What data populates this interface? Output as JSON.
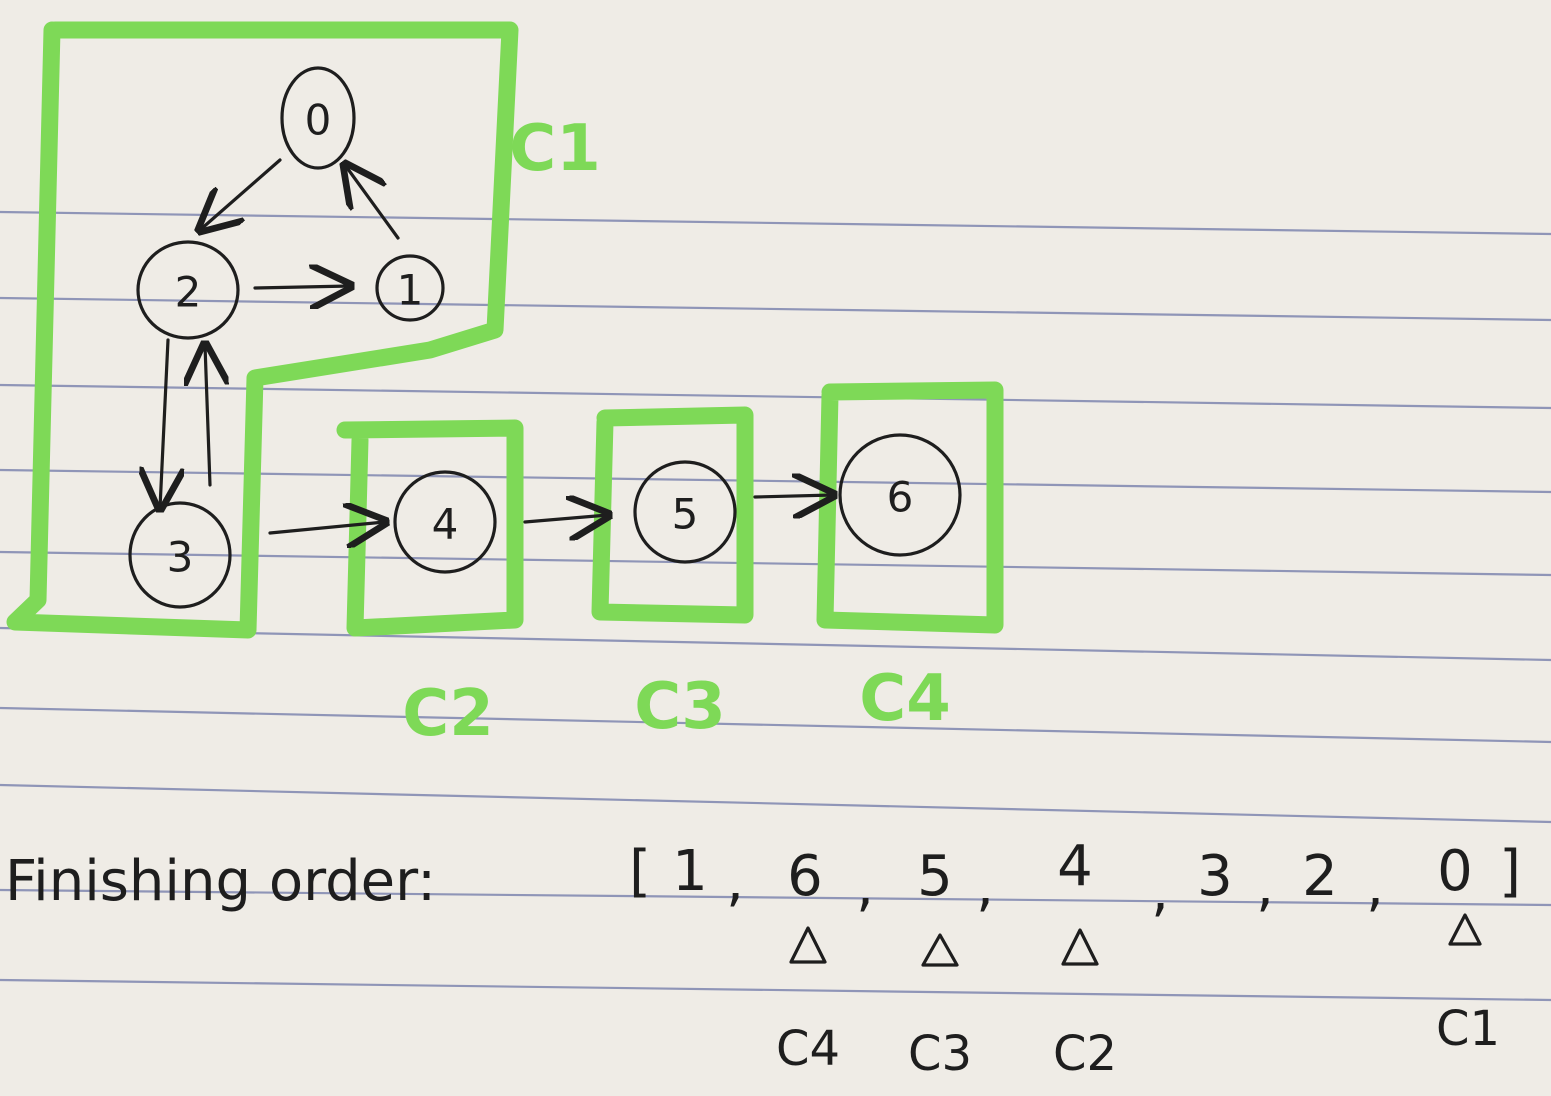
{
  "graph": {
    "nodes": [
      {
        "id": "0",
        "label": "0"
      },
      {
        "id": "1",
        "label": "1"
      },
      {
        "id": "2",
        "label": "2"
      },
      {
        "id": "3",
        "label": "3"
      },
      {
        "id": "4",
        "label": "4"
      },
      {
        "id": "5",
        "label": "5"
      },
      {
        "id": "6",
        "label": "6"
      }
    ],
    "edges": [
      {
        "from": "0",
        "to": "2"
      },
      {
        "from": "1",
        "to": "0"
      },
      {
        "from": "2",
        "to": "1"
      },
      {
        "from": "2",
        "to": "3"
      },
      {
        "from": "3",
        "to": "2"
      },
      {
        "from": "3",
        "to": "4"
      },
      {
        "from": "4",
        "to": "5"
      },
      {
        "from": "5",
        "to": "6"
      }
    ],
    "components": [
      {
        "label": "C1",
        "members": [
          "0",
          "1",
          "2",
          "3"
        ]
      },
      {
        "label": "C2",
        "members": [
          "4"
        ]
      },
      {
        "label": "C3",
        "members": [
          "5"
        ]
      },
      {
        "label": "C4",
        "members": [
          "6"
        ]
      }
    ]
  },
  "finishing_order": {
    "label": "Finishing order:",
    "open_bracket": "[",
    "close_bracket": "]",
    "items": [
      "1",
      "6",
      "5",
      "4",
      "3",
      "2",
      "0"
    ],
    "separator": ",",
    "markers": [
      {
        "item": "6",
        "component": "C4"
      },
      {
        "item": "5",
        "component": "C3"
      },
      {
        "item": "4",
        "component": "C2"
      },
      {
        "item": "0",
        "component": "C1"
      }
    ]
  },
  "colors": {
    "highlight": "#7ed957",
    "ink": "#1e1e1e",
    "paper": "#efece6",
    "ruled_line": "#6f78a8"
  }
}
